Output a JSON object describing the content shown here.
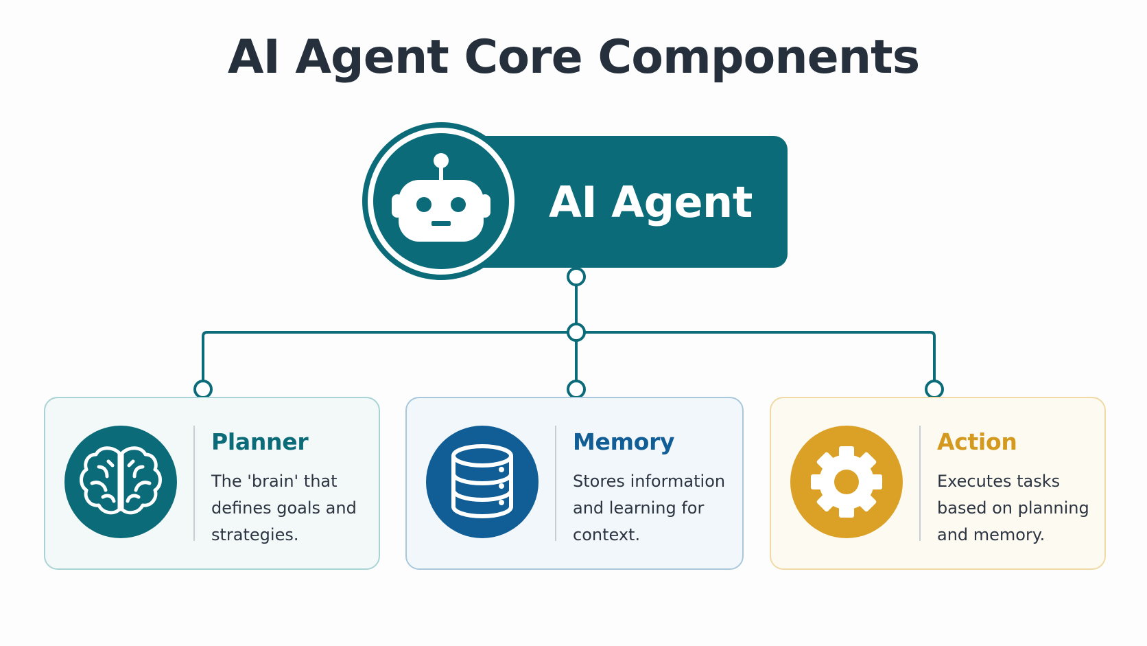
{
  "title": "AI Agent Core Components",
  "root": {
    "label": "AI Agent",
    "icon": "robot-icon"
  },
  "components": [
    {
      "id": "planner",
      "title": "Planner",
      "description": "The 'brain' that defines goals and strategies.",
      "icon": "brain-icon",
      "color": "#0b6b78"
    },
    {
      "id": "memory",
      "title": "Memory",
      "description": "Stores information and learning for context.",
      "icon": "database-icon",
      "color": "#115d96"
    },
    {
      "id": "action",
      "title": "Action",
      "description": "Executes tasks based on planning and memory.",
      "icon": "gear-icon",
      "color": "#dba126"
    }
  ],
  "colors": {
    "primary": "#0b6b78",
    "connector": "#0b6b78",
    "title_text": "#26303d",
    "background": "#fdfdfd"
  }
}
